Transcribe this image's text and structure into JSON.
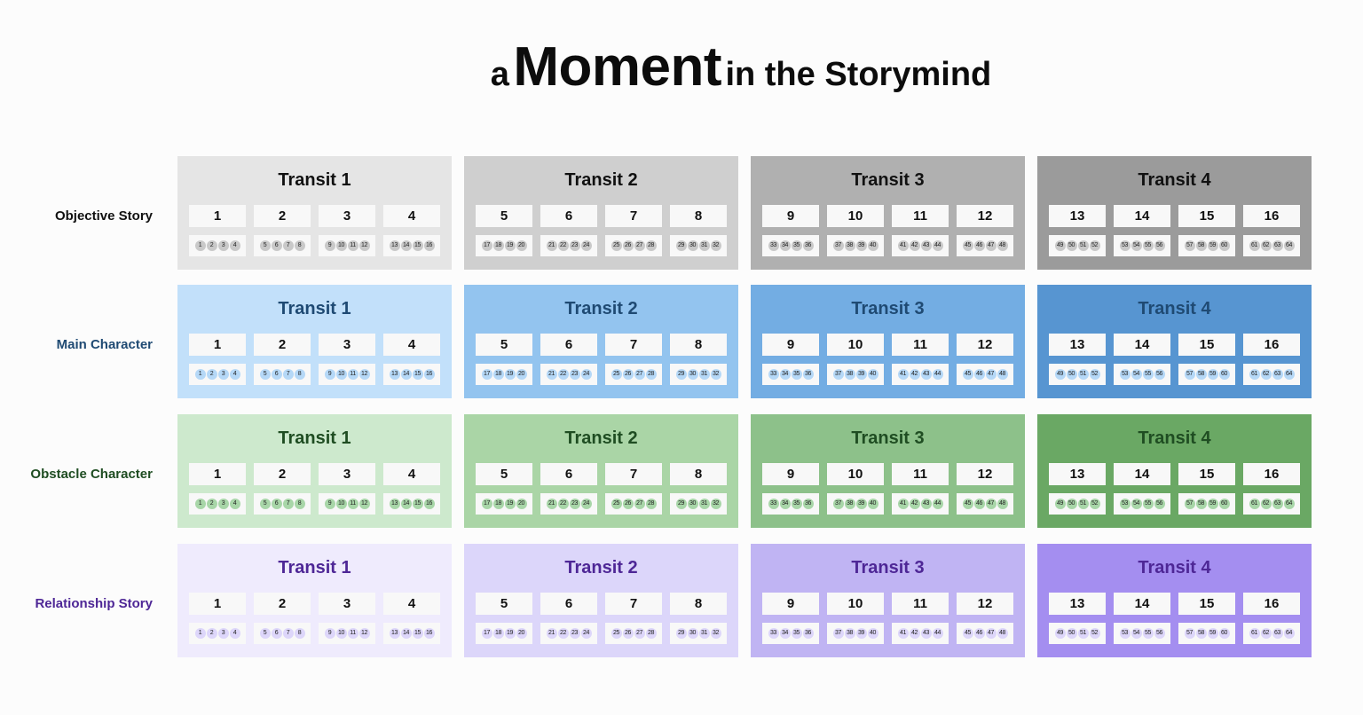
{
  "title": {
    "prefix": "a",
    "main": "Moment",
    "suffix": "in the Storymind"
  },
  "rows": [
    {
      "label": "Objective Story",
      "label_color": "#111111",
      "title_color": "#111111",
      "dot_color": "#c9c9c9",
      "backgrounds": [
        "#e5e5e5",
        "#cfcfcf",
        "#b0b0b0",
        "#9b9b9b"
      ],
      "transits": [
        "Transit 1",
        "Transit 2",
        "Transit 3",
        "Transit 4"
      ]
    },
    {
      "label": "Main Character",
      "label_color": "#1f4a73",
      "title_color": "#1f4a73",
      "dot_color": "#b5d8f7",
      "backgrounds": [
        "#c2e0fa",
        "#93c4ef",
        "#73ade3",
        "#5795d1"
      ],
      "transits": [
        "Transit 1",
        "Transit 2",
        "Transit 3",
        "Transit 4"
      ]
    },
    {
      "label": "Obstacle Character",
      "label_color": "#1f4d22",
      "title_color": "#1f4d22",
      "dot_color": "#a8d6a8",
      "backgrounds": [
        "#cde9cd",
        "#aad5a6",
        "#8dc18a",
        "#6aa864"
      ],
      "transits": [
        "Transit 1",
        "Transit 2",
        "Transit 3",
        "Transit 4"
      ]
    },
    {
      "label": "Relationship Story",
      "label_color": "#4e2796",
      "title_color": "#4e2796",
      "dot_color": "#ddd6fa",
      "backgrounds": [
        "#efebfd",
        "#dcd6fa",
        "#c0b4f3",
        "#a48ef0"
      ],
      "transits": [
        "Transit 1",
        "Transit 2",
        "Transit 3",
        "Transit 4"
      ]
    }
  ],
  "columns": [
    {
      "steps": [
        "1",
        "2",
        "3",
        "4"
      ],
      "dots": [
        [
          "1",
          "2",
          "3",
          "4"
        ],
        [
          "5",
          "6",
          "7",
          "8"
        ],
        [
          "9",
          "10",
          "11",
          "12"
        ],
        [
          "13",
          "14",
          "15",
          "16"
        ]
      ]
    },
    {
      "steps": [
        "5",
        "6",
        "7",
        "8"
      ],
      "dots": [
        [
          "17",
          "18",
          "19",
          "20"
        ],
        [
          "21",
          "22",
          "23",
          "24"
        ],
        [
          "25",
          "26",
          "27",
          "28"
        ],
        [
          "29",
          "30",
          "31",
          "32"
        ]
      ]
    },
    {
      "steps": [
        "9",
        "10",
        "11",
        "12"
      ],
      "dots": [
        [
          "33",
          "34",
          "35",
          "36"
        ],
        [
          "37",
          "38",
          "39",
          "40"
        ],
        [
          "41",
          "42",
          "43",
          "44"
        ],
        [
          "45",
          "46",
          "47",
          "48"
        ]
      ]
    },
    {
      "steps": [
        "13",
        "14",
        "15",
        "16"
      ],
      "dots": [
        [
          "49",
          "50",
          "51",
          "52"
        ],
        [
          "53",
          "54",
          "55",
          "56"
        ],
        [
          "57",
          "58",
          "59",
          "60"
        ],
        [
          "61",
          "62",
          "63",
          "64"
        ]
      ]
    }
  ]
}
